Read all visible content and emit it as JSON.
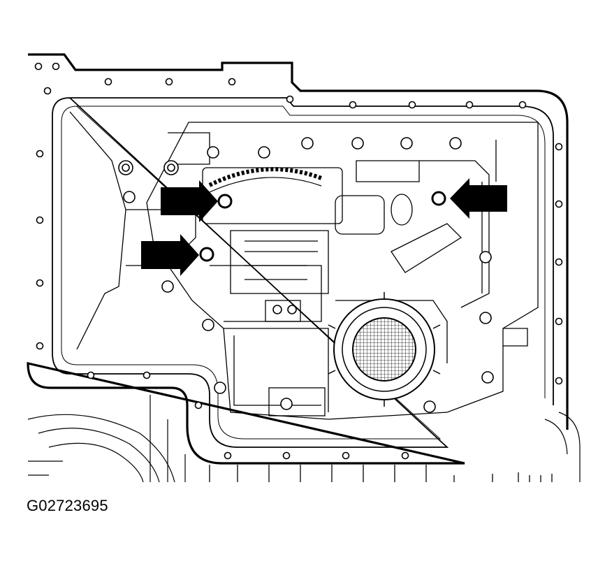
{
  "figure": {
    "caption": "G02723695",
    "line_color": "#000000",
    "background": "#ffffff",
    "arrow_color": "#000000",
    "callouts": [
      {
        "name": "bolt-callout-upper-left",
        "points_to": "bolt"
      },
      {
        "name": "bolt-callout-lower-left",
        "points_to": "bolt"
      },
      {
        "name": "bolt-callout-right",
        "points_to": "bolt"
      }
    ],
    "icons": {
      "arrow": "arrow-icon",
      "bolt": "bolt-icon",
      "filter": "oil-filter-icon"
    }
  }
}
